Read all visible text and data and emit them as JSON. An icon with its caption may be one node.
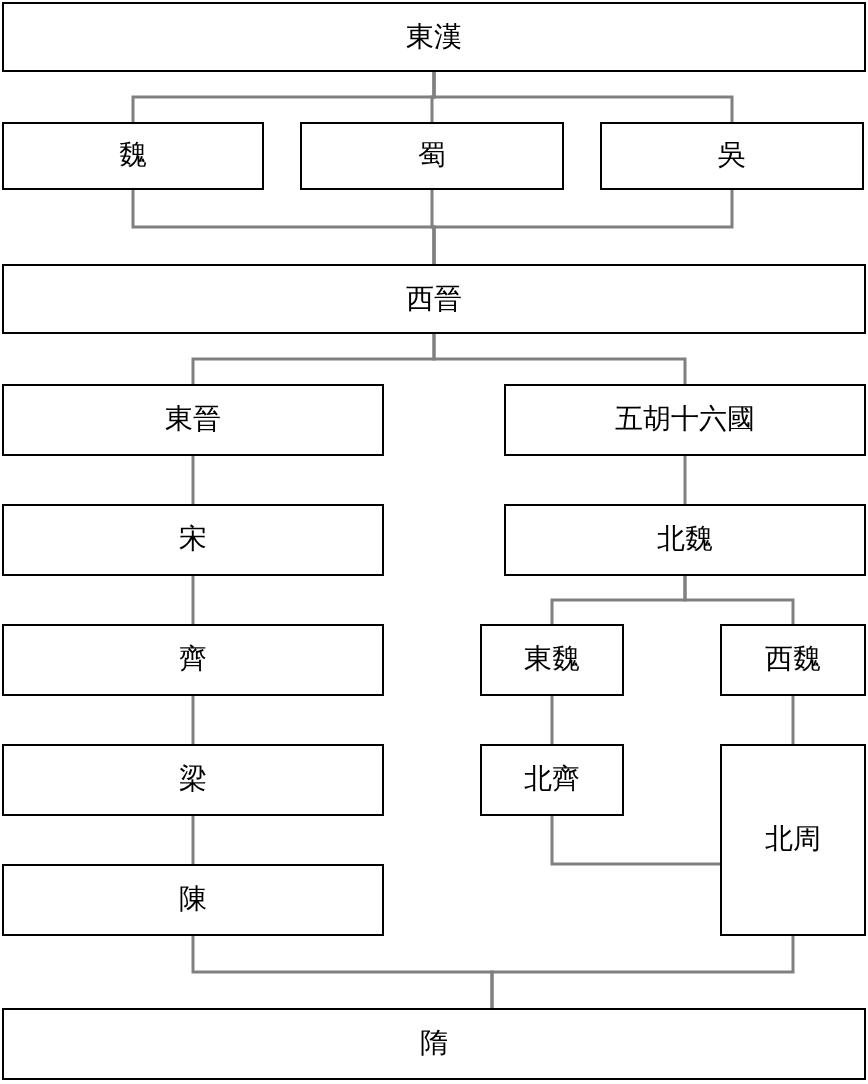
{
  "diagram": {
    "nodes": [
      {
        "text": [
          "東漢"
        ]
      },
      {
        "text": [
          "魏"
        ]
      },
      {
        "text": [
          "蜀"
        ]
      },
      {
        "text": [
          "吳"
        ]
      },
      {
        "text": [
          "西晉"
        ]
      },
      {
        "text": [
          "東晉"
        ]
      },
      {
        "text": [
          "五胡十六國"
        ]
      },
      {
        "text": [
          "宋"
        ]
      },
      {
        "text": [
          "北魏"
        ]
      },
      {
        "text": [
          "齊"
        ]
      },
      {
        "text": [
          "東魏"
        ]
      },
      {
        "text": [
          "西魏"
        ]
      },
      {
        "text": [
          "梁"
        ]
      },
      {
        "text": [
          "北齊"
        ]
      },
      {
        "text": [
          "北周"
        ]
      },
      {
        "text": [
          "陳"
        ]
      },
      {
        "text": [
          "隋"
        ]
      }
    ],
    "edges": [
      {
        "from": 0,
        "to": 1,
        "arrow": "none"
      },
      {
        "from": 0,
        "to": 2,
        "arrow": "none"
      },
      {
        "from": 0,
        "to": 3,
        "arrow": "none"
      },
      {
        "from": 1,
        "to": 4,
        "arrow": "none"
      },
      {
        "from": 2,
        "to": 4,
        "arrow": "none"
      },
      {
        "from": 3,
        "to": 4,
        "arrow": "none"
      },
      {
        "from": 4,
        "to": 5,
        "arrow": "none"
      },
      {
        "from": 4,
        "to": 6,
        "arrow": "none"
      },
      {
        "from": 5,
        "to": 7,
        "arrow": "none"
      },
      {
        "from": 6,
        "to": 8,
        "arrow": "none"
      },
      {
        "from": 7,
        "to": 9,
        "arrow": "none"
      },
      {
        "from": 8,
        "to": 10,
        "arrow": "none"
      },
      {
        "from": 8,
        "to": 11,
        "arrow": "none"
      },
      {
        "from": 9,
        "to": 12,
        "arrow": "none"
      },
      {
        "from": 10,
        "to": 13,
        "arrow": "none"
      },
      {
        "from": 11,
        "to": 14,
        "arrow": "none"
      },
      {
        "from": 12,
        "to": 15,
        "arrow": "none"
      },
      {
        "from": 13,
        "to": 14,
        "arrow": "none"
      },
      {
        "from": 15,
        "to": 16,
        "arrow": "none"
      },
      {
        "from": 14,
        "to": 16,
        "arrow": "none"
      }
    ]
  }
}
